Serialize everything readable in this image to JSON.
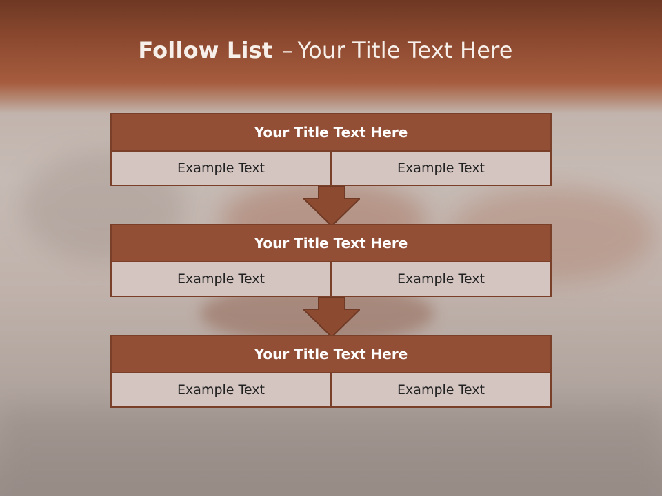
{
  "slide": {
    "title_bold": "Follow List",
    "title_dash": "–",
    "title_rest": "Your Title Text Here"
  },
  "blocks": [
    {
      "title": "Your Title Text Here",
      "left": "Example Text",
      "right": "Example Text"
    },
    {
      "title": "Your Title Text Here",
      "left": "Example Text",
      "right": "Example Text"
    },
    {
      "title": "Your Title Text Here",
      "left": "Example Text",
      "right": "Example Text"
    }
  ],
  "colors": {
    "header_fill": "#934f36",
    "border": "#7a3f28",
    "cell_fill": "#d4c5c1",
    "arrow_fill": "#8c4a31"
  }
}
